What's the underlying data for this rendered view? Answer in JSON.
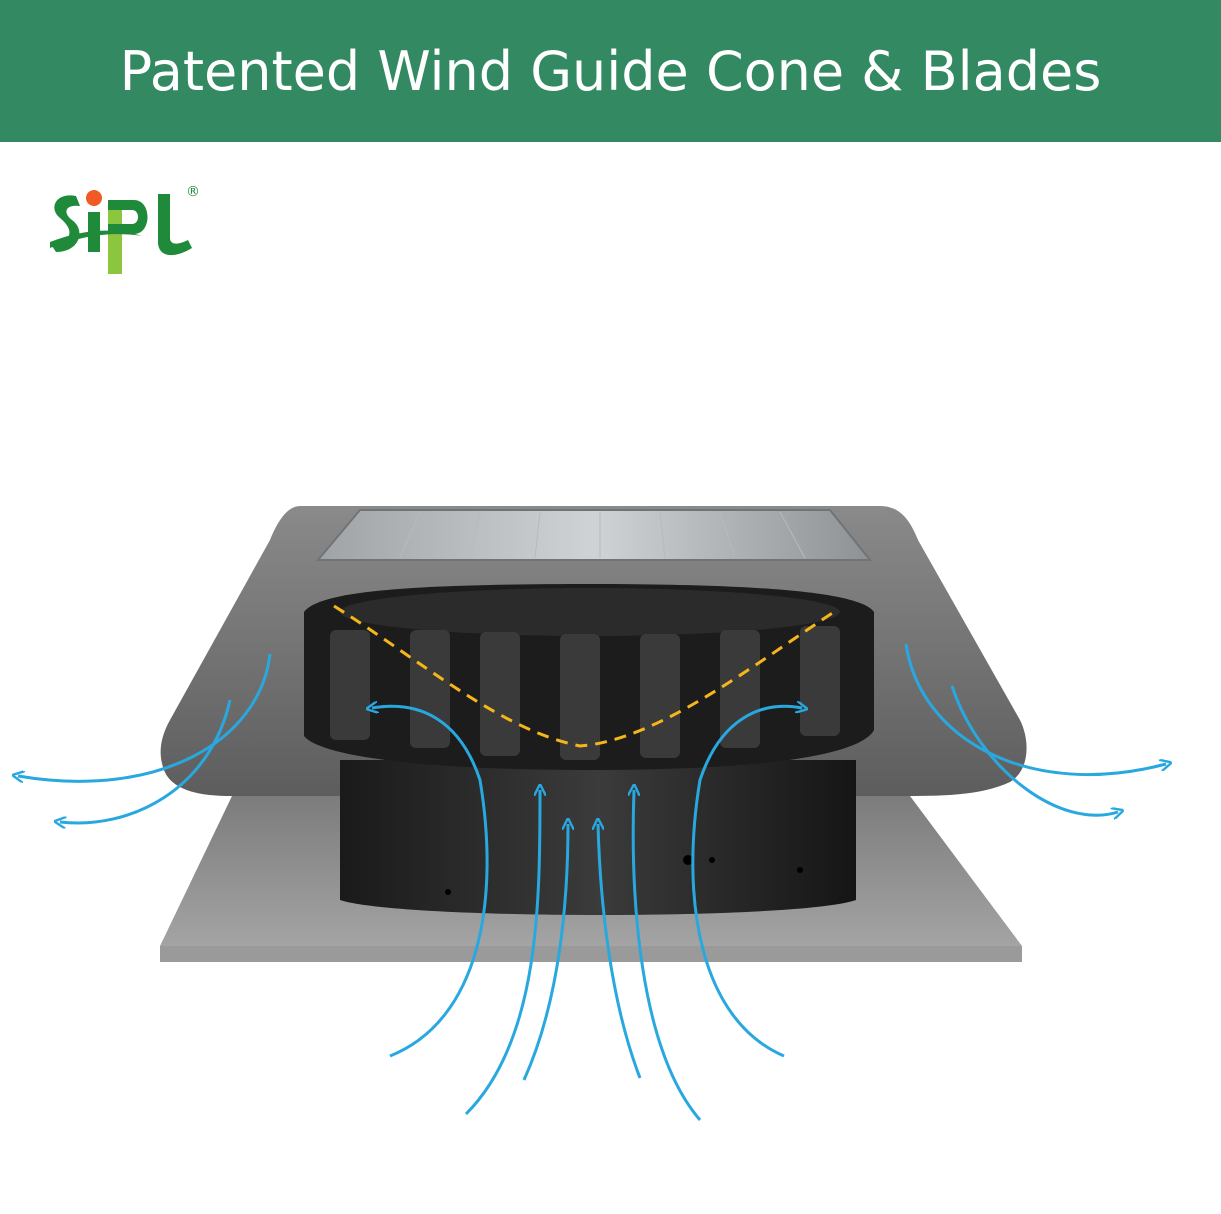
{
  "banner": {
    "title": "Patented Wind Guide Cone & Blades",
    "background_color": "#338a62",
    "text_color": "#ffffff"
  },
  "logo": {
    "brand_text": "SIPL",
    "registered_mark": "®",
    "colors": {
      "green": "#1f8a3a",
      "lime": "#8cc63f",
      "orange": "#f15a24"
    }
  },
  "illustration": {
    "subject": "solar-roof-vent",
    "airflow_arrow_color": "#29a8e0",
    "blade_curve_color": "#f5b61a",
    "housing_color": "#6f6f6f",
    "fan_color": "#1c1c1c"
  }
}
